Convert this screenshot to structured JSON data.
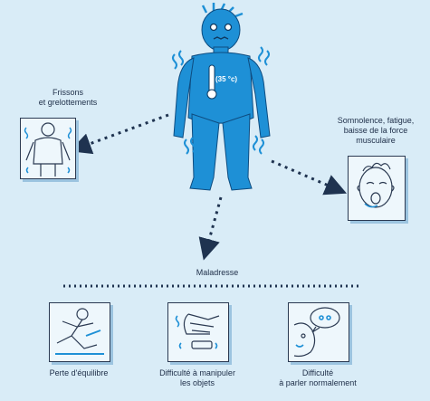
{
  "colors": {
    "background": "#d9ecf7",
    "figure_blue": "#1e90d6",
    "arrow_dark": "#1f3350",
    "ink": "#20304a"
  },
  "figure": {
    "thermometer_reading": "(35 °c)"
  },
  "labels": {
    "shivering": [
      "Frissons",
      "et grelottements"
    ],
    "drowsiness": [
      "Somnolence, fatigue,",
      "baisse de la force",
      "musculaire"
    ],
    "clumsiness": "Maladresse",
    "balance": "Perte d'équilibre",
    "handling": [
      "Difficulté à manipuler",
      "les objets"
    ],
    "speech": [
      "Difficulté",
      "à parler normalement"
    ]
  }
}
